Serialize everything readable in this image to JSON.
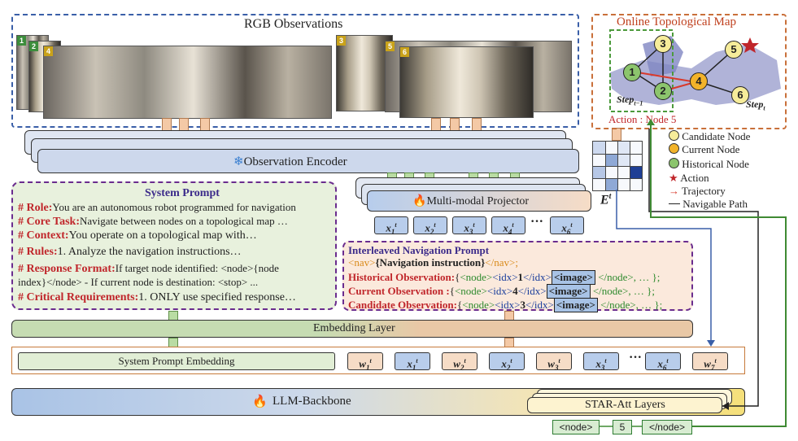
{
  "rgb_title": "RGB  Observations",
  "photo_tags": [
    "1",
    "2",
    "4",
    "3",
    "5",
    "6"
  ],
  "observation_encoder": "Observation Encoder",
  "multimodal_projector": "Multi-modal Projector",
  "et_label": "E",
  "et_sup": "t",
  "system_prompt": {
    "title": "System Prompt",
    "lines": [
      {
        "key": "# Role:",
        "text": "You are an autonomous robot programmed for navigation"
      },
      {
        "key": "# Core Task:",
        "text": "Navigate between nodes on a topological map …"
      },
      {
        "key": "# Context:",
        "text": "You operate on a topological map with…"
      },
      {
        "key": "# Rules:",
        "text": "1. Analyze the navigation instructions…"
      },
      {
        "key": "# Response Format:",
        "text": "If target node identified: <node>{node"
      },
      {
        "key": "",
        "text": "index}</node> - If current node is destination: <stop> ..."
      },
      {
        "key": "# Critical Requirements:",
        "text": "1. ONLY use specified response…"
      }
    ]
  },
  "projector_tokens": [
    "x1",
    "x2",
    "x3",
    "x4",
    "x6"
  ],
  "ellipsis": "···",
  "interleaved": {
    "title": "Interleaved Navigation Prompt",
    "nav_open": "<nav>",
    "nav_text": "{Navigation instruction}",
    "nav_close": "</nav>;",
    "rows": [
      {
        "label": "Historical Observation:",
        "idx": "1"
      },
      {
        "label": "Current Observation :",
        "idx": "4"
      },
      {
        "label": "Candidate Observation:",
        "idx": "3"
      }
    ],
    "node_open": "<node>",
    "idx_open": "<idx>",
    "idx_close": "</idx>",
    "image": "<image>",
    "node_close": "</node>, … };"
  },
  "embedding_layer": "Embedding Layer",
  "system_prompt_embedding": "System Prompt Embedding",
  "seq_tokens": [
    {
      "base": "w",
      "sub": "1",
      "type": "w"
    },
    {
      "base": "x",
      "sub": "1",
      "type": "x"
    },
    {
      "base": "w",
      "sub": "2",
      "type": "w"
    },
    {
      "base": "x",
      "sub": "2",
      "type": "x"
    },
    {
      "base": "w",
      "sub": "3",
      "type": "w"
    },
    {
      "base": "x",
      "sub": "3",
      "type": "x"
    },
    {
      "base": "x",
      "sub": "6",
      "type": "x"
    },
    {
      "base": "w",
      "sub": "7",
      "type": "w"
    }
  ],
  "llm_backbone": "LLM-Backbone",
  "star_att": "STAR-Att Layers",
  "outputs": [
    "<node>",
    "5",
    "</node>"
  ],
  "topo": {
    "title": "Online Topological Map",
    "step_prev": "Step",
    "step_prev_sub": "t−1",
    "step_cur": "Step",
    "step_cur_sub": "t",
    "action": "Action : Node 5",
    "nodes": [
      "1",
      "2",
      "3",
      "4",
      "5",
      "6"
    ]
  },
  "legend": [
    {
      "label": "Candidate Node",
      "icon": "candidate-node-icon",
      "color": "#f6ec9a"
    },
    {
      "label": "Current Node",
      "icon": "current-node-icon",
      "color": "#f2b32a"
    },
    {
      "label": "Historical Node",
      "icon": "historical-node-icon",
      "color": "#8cc56d"
    },
    {
      "label": "Action",
      "icon": "star-icon",
      "color": "#c0262b"
    },
    {
      "label": "Trajectory",
      "icon": "red-arrow-icon",
      "color": "#d83a2c"
    },
    {
      "label": "Navigable Path",
      "icon": "black-line-icon",
      "color": "#222222"
    }
  ]
}
